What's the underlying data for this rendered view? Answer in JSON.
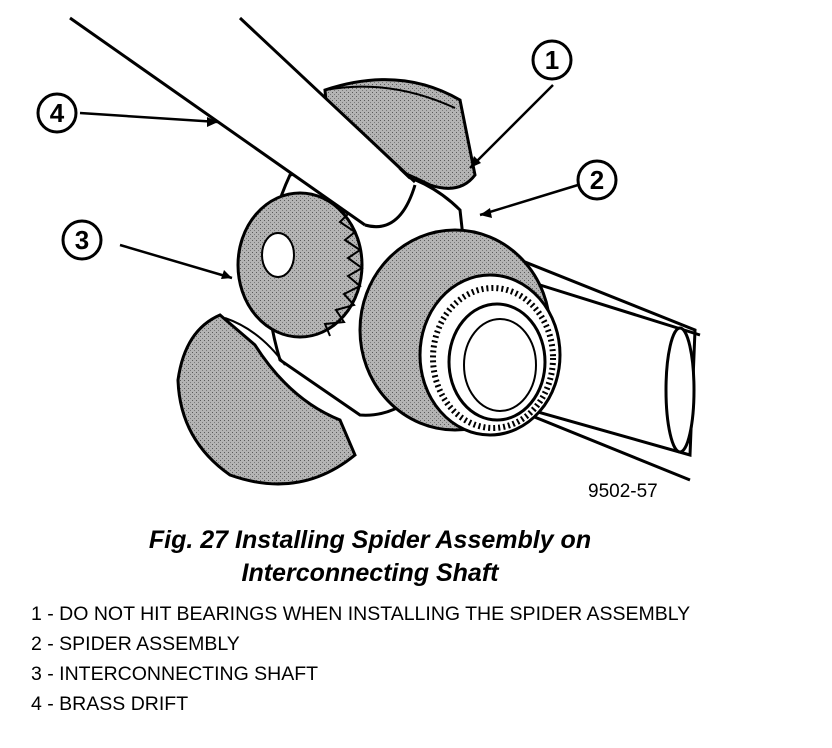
{
  "figure": {
    "id_label": "9502-57",
    "callouts": [
      "1",
      "2",
      "3",
      "4"
    ],
    "caption_line1": "Fig. 27 Installing Spider Assembly on",
    "caption_line2": "Interconnecting Shaft"
  },
  "legend": [
    "1 - DO NOT HIT BEARINGS WHEN INSTALLING THE SPIDER ASSEMBLY",
    "2 - SPIDER ASSEMBLY",
    "3 - INTERCONNECTING SHAFT",
    "4 - BRASS DRIFT"
  ]
}
